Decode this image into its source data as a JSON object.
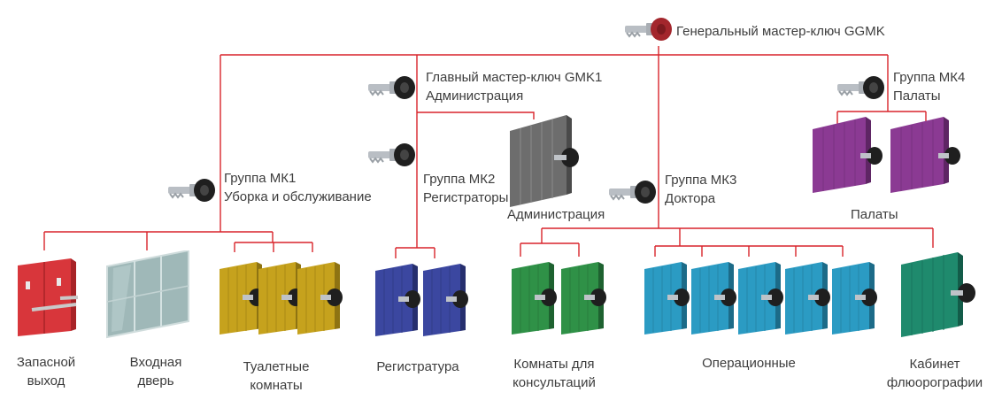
{
  "colors": {
    "line": "#d9242b",
    "emergency": "#d8363b",
    "glass": "#9fb8b8",
    "toilet": "#c6a21d",
    "registry": "#3b47a0",
    "admin": "#6d6d6d",
    "consult": "#2f9147",
    "operating": "#2b9bc3",
    "fluoro": "#1f8a6d",
    "ward": "#8b3a93",
    "master_key_head": "#a3262c",
    "key_head": "#1f1f1f"
  },
  "hierarchy": {
    "ggmk": {
      "label": "Генеральный мастер-ключ GGMK"
    },
    "gmk1": {
      "line1": "Главный мастер-ключ GMK1",
      "line2": "Администрация"
    },
    "mk1": {
      "line1": "Группа МК1",
      "line2": "Уборка и обслуживание"
    },
    "mk2": {
      "line1": "Группа МК2",
      "line2": "Регистраторы"
    },
    "mk3": {
      "line1": "Группа МК3",
      "line2": "Доктора"
    },
    "mk4": {
      "line1": "Группа МК4",
      "line2": "Палаты"
    }
  },
  "doors": {
    "admin_caption": "Администрация",
    "wards_caption": "Палаты",
    "emergency": {
      "line1": "Запасной",
      "line2": "выход"
    },
    "entrance": {
      "line1": "Входная",
      "line2": "дверь"
    },
    "toilets": {
      "line1": "Туалетные",
      "line2": "комнаты"
    },
    "registry": {
      "line1": "Регистратура"
    },
    "consult": {
      "line1": "Комнаты для",
      "line2": "консультаций"
    },
    "operating": {
      "line1": "Операционные"
    },
    "fluoro": {
      "line1": "Кабинет",
      "line2": "флюорографии"
    }
  },
  "icons": {
    "key": "key-icon",
    "master_key": "master-key-icon",
    "door": "door-icon",
    "glass_door": "glass-door-icon"
  }
}
